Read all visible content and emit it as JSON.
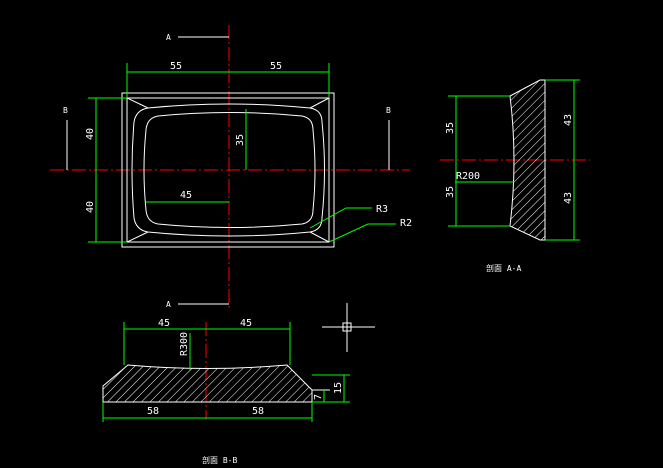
{
  "top_view": {
    "section_marks": {
      "a_top": "A",
      "a_bottom": "A",
      "b_left": "B",
      "b_right": "B"
    },
    "dims": {
      "width_left": "55",
      "width_right": "55",
      "height_top": "40",
      "height_bottom": "40",
      "inner_half_height": "35",
      "inner_half_width": "45",
      "radius_outer": "R3",
      "radius_inner": "R2"
    }
  },
  "section_aa": {
    "title": "剖面 A-A",
    "dims": {
      "left_top": "35",
      "left_bottom": "35",
      "right_top": "43",
      "right_bottom": "43",
      "radius": "R200"
    }
  },
  "section_bb": {
    "title": "剖面 B-B",
    "dims": {
      "top_left": "45",
      "top_right": "45",
      "radius": "R300",
      "bottom_left": "58",
      "bottom_right": "58",
      "height_small": "7",
      "height_total": "15"
    }
  },
  "colors": {
    "background": "#000000",
    "outline": "#ffffff",
    "dimension": "#00ff00",
    "centerline": "#ff0000",
    "hatch": "#ffffff",
    "text": "#ffffff"
  }
}
